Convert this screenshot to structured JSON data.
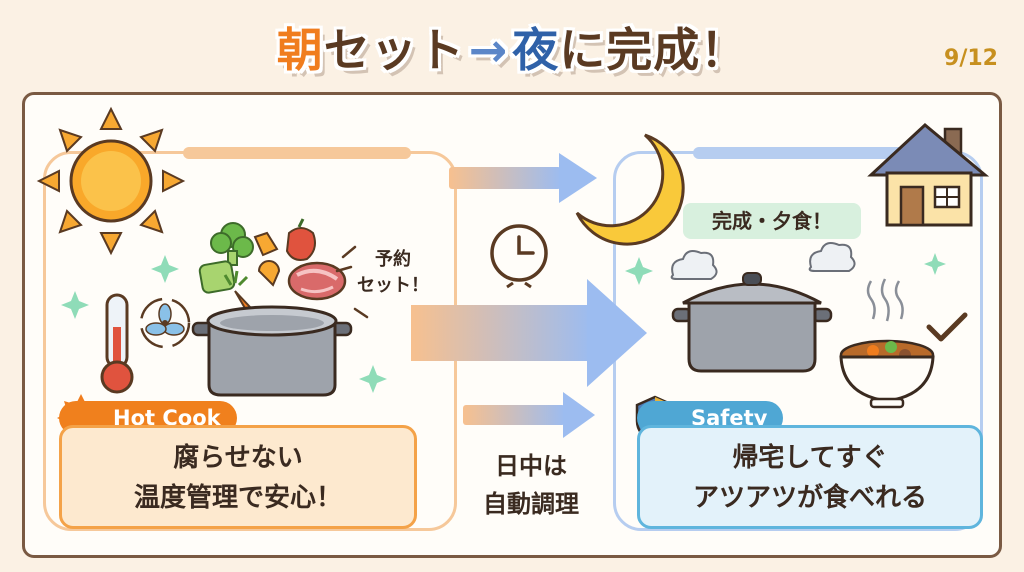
{
  "title": {
    "morning": "朝",
    "part1": "セット",
    "arrow": "→",
    "night": "夜",
    "part2": "に完成！"
  },
  "page_number": "9/12",
  "left_panel": {
    "bubble_line1": "予約",
    "bubble_line2": "セット！",
    "badge_label": "Hot Cook",
    "message_line1": "腐らせない",
    "message_line2": "温度管理で安心！"
  },
  "middle": {
    "line1": "日中は",
    "line2": "自動調理"
  },
  "right_panel": {
    "complete_label": "完成・夕食！",
    "badge_label": "Safety",
    "message_line1": "帰宅してすぐ",
    "message_line2": "アツアツが食べれる"
  },
  "colors": {
    "orange": "#f0801d",
    "blue": "#4fa7d4",
    "brown": "#5a3a22"
  },
  "icons": [
    "sun-icon",
    "thermometer-icon",
    "fan-icon",
    "vegetables-icon",
    "meat-icon",
    "pot-icon",
    "clock-icon",
    "moon-icon",
    "house-icon",
    "steam-icon",
    "bowl-icon",
    "check-icon",
    "shield-icon",
    "sparkle-icon"
  ]
}
